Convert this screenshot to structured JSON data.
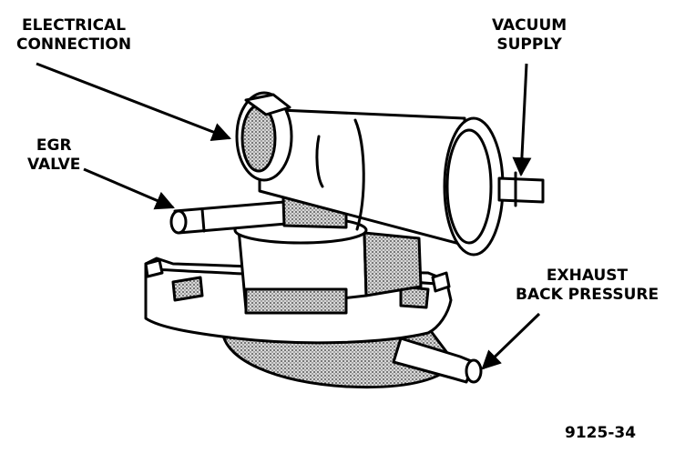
{
  "labels": {
    "electrical_connection": [
      "ELECTRICAL",
      "CONNECTION"
    ],
    "vacuum_supply": [
      "VACUUM",
      "SUPPLY"
    ],
    "egr_valve": [
      "EGR",
      "VALVE"
    ],
    "exhaust_back_pressure": [
      "EXHAUST",
      "BACK PRESSURE"
    ]
  },
  "figure_number": "9125-34",
  "colors": {
    "ink": "#000000",
    "paper": "#ffffff",
    "stipple": "#8a8a8a"
  }
}
